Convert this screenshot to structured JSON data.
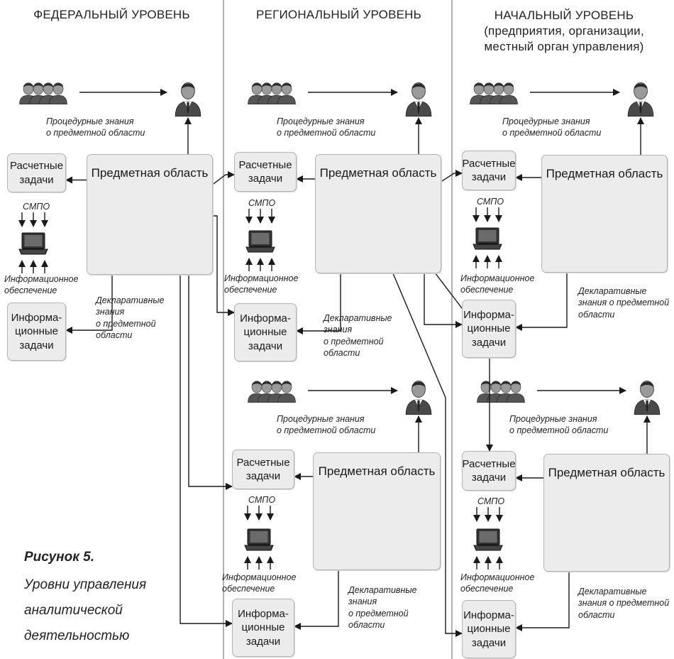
{
  "headers": {
    "federal": "ФЕДЕРАЛЬНЫЙ УРОВЕНЬ",
    "regional": "РЕГИОНАЛЬНЫЙ УРОВЕНЬ",
    "initial": "НАЧАЛЬНЫЙ УРОВЕНЬ\n(предприятия, организации,\nместный орган управления)"
  },
  "labels": {
    "subject_area": "Предметная область",
    "calc_tasks": "Расчетные\nзадачи",
    "info_tasks": "Информа-\nционные\nзадачи",
    "procedural": "Процедурные знания\nо предметной области",
    "smpo": "СМПО",
    "info_support": "Информационное\nобеспечение",
    "declarative_a": "Декларативные\nзнания\nо предметной\nобласти",
    "declarative_b": "Декларативные\nзнания о предметной\nобласти"
  },
  "caption": {
    "title": "Рисунок 5.",
    "line1": "Уровни управления",
    "line2": "аналитической",
    "line3": "деятельностью"
  },
  "icons": [
    "user-group-icon",
    "manager-icon",
    "laptop-icon"
  ],
  "colors": {
    "box_fill": "#ececec",
    "box_border": "#b4b4b4",
    "line": "#1a1a1a",
    "divider": "#9a9a9a"
  }
}
